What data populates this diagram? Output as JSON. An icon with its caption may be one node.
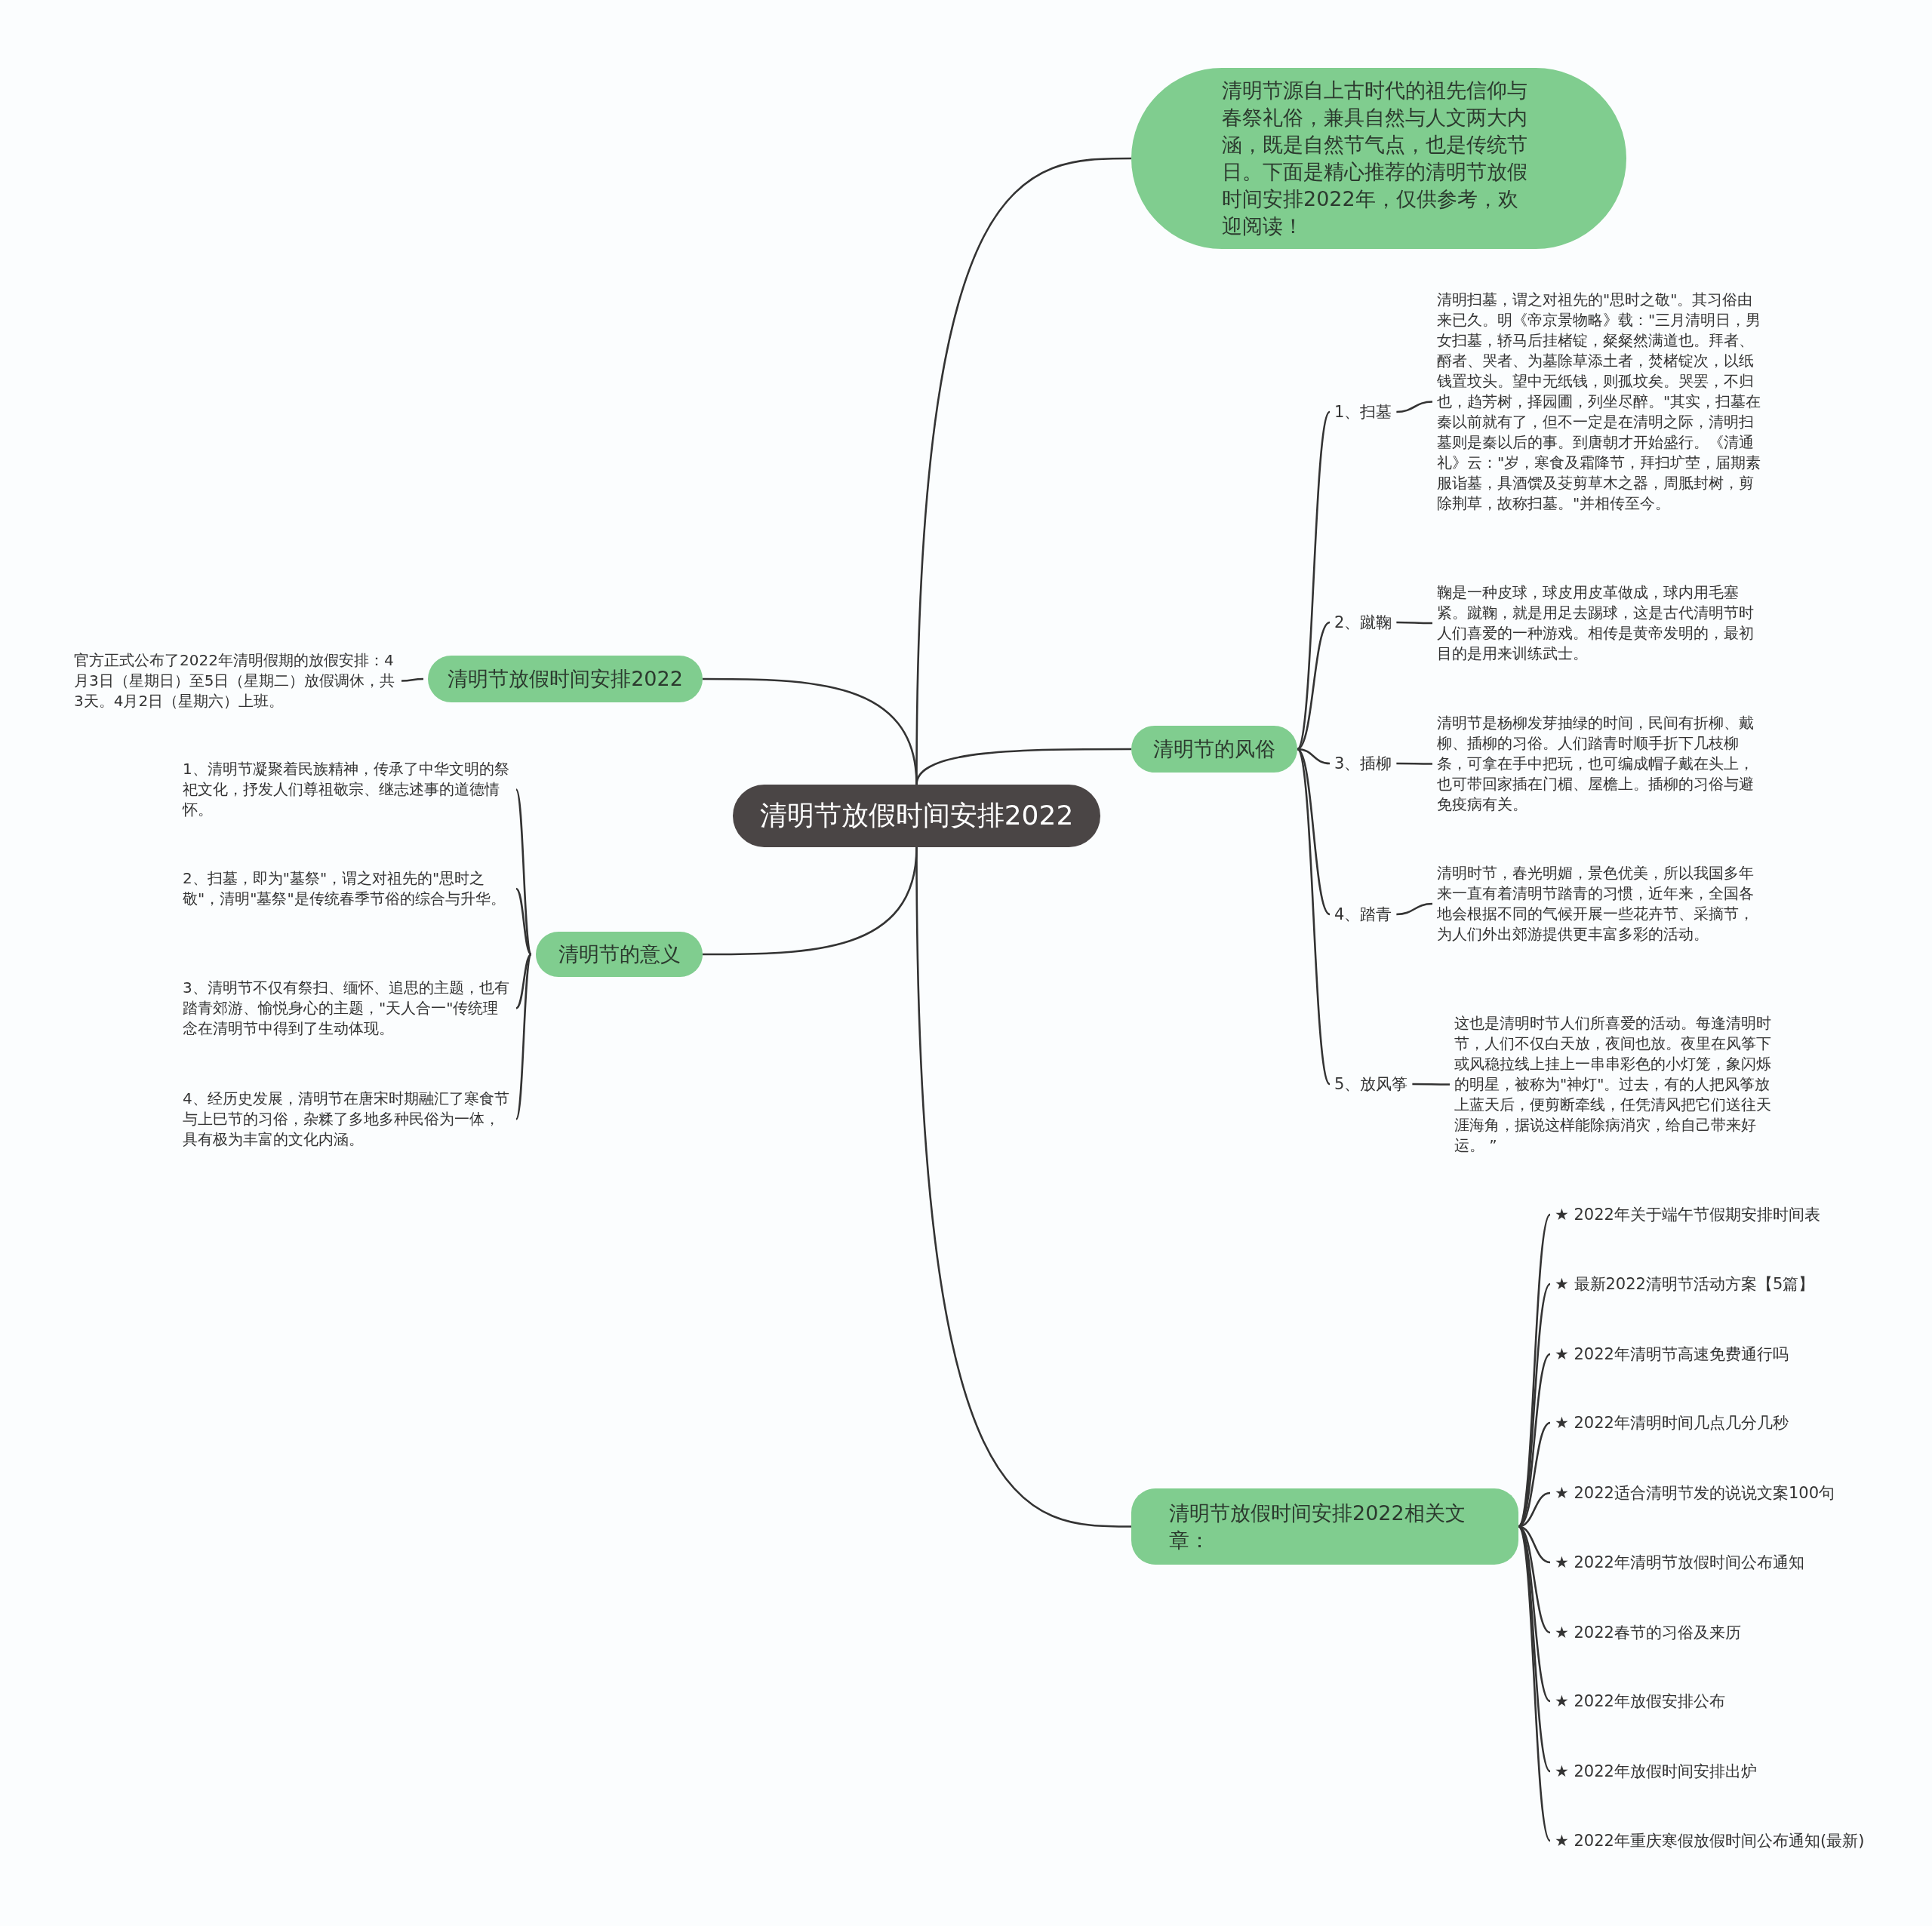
{
  "diagram": {
    "nodes": [
      {
        "text": [
          "清明节放假时间安排2022"
        ]
      },
      {
        "text": [
          "清明节源自上古时代的祖先信仰与春祭礼俗，兼具自然与人文两大内涵，既是自然节气点，也是传统节日。下面是精心推荐的清明节放假时间安排2022年，仅供参考，欢迎阅读！"
        ]
      },
      {
        "text": [
          "清明节放假时间安排2022"
        ]
      },
      {
        "text": [
          "官方正式公布了2022年清明假期的放假安排：4月3日（星期日）至5日（星期二）放假调休，共3天。4月2日（星期六）上班。"
        ]
      },
      {
        "text": [
          "清明节的风俗"
        ]
      },
      {
        "text": [
          "1、扫墓"
        ]
      },
      {
        "text": [
          "清明扫墓，谓之对祖先的\"思时之敬\"。其习俗由来已久。明《帝京景物略》载：\"三月清明日，男女扫墓，轿马后挂楮锭，粲粲然满道也。拜者、酹者、哭者、为墓除草添土者，焚楮锭次，以纸钱置坟头。望中无纸钱，则孤坟矣。哭罢，不归也，趋芳树，择园圃，列坐尽醉。\"其实，扫墓在秦以前就有了，但不一定是在清明之际，清明扫墓则是秦以后的事。到唐朝才开始盛行。《清通礼》云：\"岁，寒食及霜降节，拜扫圹茔，届期素服诣墓，具酒馔及芟剪草木之器，周胝封树，剪除荆草，故称扫墓。\"并相传至今。"
        ]
      },
      {
        "text": [
          "2、蹴鞠"
        ]
      },
      {
        "text": [
          "鞠是一种皮球，球皮用皮革做成，球内用毛塞紧。蹴鞠，就是用足去踢球，这是古代清明节时人们喜爱的一种游戏。相传是黄帝发明的，最初目的是用来训练武士。"
        ]
      },
      {
        "text": [
          "3、插柳"
        ]
      },
      {
        "text": [
          "清明节是杨柳发芽抽绿的时间，民间有折柳、戴柳、插柳的习俗。人们踏青时顺手折下几枝柳条，可拿在手中把玩，也可编成帽子戴在头上，也可带回家插在门楣、屋檐上。插柳的习俗与避免疫病有关。"
        ]
      },
      {
        "text": [
          "4、踏青"
        ]
      },
      {
        "text": [
          "清明时节，春光明媚，景色优美，所以我国多年来一直有着清明节踏青的习惯，近年来，全国各地会根据不同的气候开展一些花卉节、采摘节，为人们外出郊游提供更丰富多彩的活动。"
        ]
      },
      {
        "text": [
          "5、放风筝"
        ]
      },
      {
        "text": [
          "这也是清明时节人们所喜爱的活动。每逢清明时节，人们不仅白天放，夜间也放。夜里在风筝下或风稳拉线上挂上一串串彩色的小灯笼，象闪烁的明星，被称为\"神灯\"。过去，有的人把风筝放上蓝天后，便剪断牵线，任凭清风把它们送往天涯海角，据说这样能除病消灾，给自己带来好运。 ”"
        ]
      },
      {
        "text": [
          "清明节的意义"
        ]
      },
      {
        "text": [
          "1、清明节凝聚着民族精神，传承了中华文明的祭祀文化，抒发人们尊祖敬宗、继志述事的道德情怀。"
        ]
      },
      {
        "text": [
          "2、扫墓，即为\"墓祭\"，谓之对祖先的\"思时之敬\"，清明\"墓祭\"是传统春季节俗的综合与升华。"
        ]
      },
      {
        "text": [
          "3、清明节不仅有祭扫、缅怀、追思的主题，也有踏青郊游、愉悦身心的主题，\"天人合一\"传统理念在清明节中得到了生动体现。"
        ]
      },
      {
        "text": [
          "4、经历史发展，清明节在唐宋时期融汇了寒食节与上巳节的习俗，杂糅了多地多种民俗为一体，具有极为丰富的文化内涵。"
        ]
      },
      {
        "text": [
          "清明节放假时间安排2022相关文章："
        ]
      },
      {
        "text": [
          "★ 2022年关于端午节假期安排时间表"
        ]
      },
      {
        "text": [
          "★ 最新2022清明节活动方案【5篇】"
        ]
      },
      {
        "text": [
          "★ 2022年清明节高速免费通行吗"
        ]
      },
      {
        "text": [
          "★ 2022年清明时间几点几分几秒"
        ]
      },
      {
        "text": [
          "★ 2022适合清明节发的说说文案100句"
        ]
      },
      {
        "text": [
          "★ 2022年清明节放假时间公布通知"
        ]
      },
      {
        "text": [
          "★ 2022春节的习俗及来历"
        ]
      },
      {
        "text": [
          "★ 2022年放假安排公布"
        ]
      },
      {
        "text": [
          "★ 2022年放假时间安排出炉"
        ]
      },
      {
        "text": [
          "★ 2022年重庆寒假放假时间公布通知(最新)"
        ]
      }
    ],
    "edges": [
      {
        "from": 0,
        "to": 1,
        "arrow": "none"
      },
      {
        "from": 0,
        "to": 2,
        "arrow": "none"
      },
      {
        "from": 2,
        "to": 3,
        "arrow": "none"
      },
      {
        "from": 0,
        "to": 4,
        "arrow": "none"
      },
      {
        "from": 4,
        "to": 5,
        "arrow": "none"
      },
      {
        "from": 5,
        "to": 6,
        "arrow": "none"
      },
      {
        "from": 4,
        "to": 7,
        "arrow": "none"
      },
      {
        "from": 7,
        "to": 8,
        "arrow": "none"
      },
      {
        "from": 4,
        "to": 9,
        "arrow": "none"
      },
      {
        "from": 9,
        "to": 10,
        "arrow": "none"
      },
      {
        "from": 4,
        "to": 11,
        "arrow": "none"
      },
      {
        "from": 11,
        "to": 12,
        "arrow": "none"
      },
      {
        "from": 4,
        "to": 13,
        "arrow": "none"
      },
      {
        "from": 13,
        "to": 14,
        "arrow": "none"
      },
      {
        "from": 0,
        "to": 15,
        "arrow": "none"
      },
      {
        "from": 15,
        "to": 16,
        "arrow": "none"
      },
      {
        "from": 15,
        "to": 17,
        "arrow": "none"
      },
      {
        "from": 15,
        "to": 18,
        "arrow": "none"
      },
      {
        "from": 15,
        "to": 19,
        "arrow": "none"
      },
      {
        "from": 0,
        "to": 20,
        "arrow": "none"
      },
      {
        "from": 20,
        "to": 21,
        "arrow": "none"
      },
      {
        "from": 20,
        "to": 22,
        "arrow": "none"
      },
      {
        "from": 20,
        "to": 23,
        "arrow": "none"
      },
      {
        "from": 20,
        "to": 24,
        "arrow": "none"
      },
      {
        "from": 20,
        "to": 25,
        "arrow": "none"
      },
      {
        "from": 20,
        "to": 26,
        "arrow": "none"
      },
      {
        "from": 20,
        "to": 27,
        "arrow": "none"
      },
      {
        "from": 20,
        "to": 28,
        "arrow": "none"
      },
      {
        "from": 20,
        "to": 29,
        "arrow": "none"
      },
      {
        "from": 20,
        "to": 30,
        "arrow": "none"
      }
    ]
  }
}
